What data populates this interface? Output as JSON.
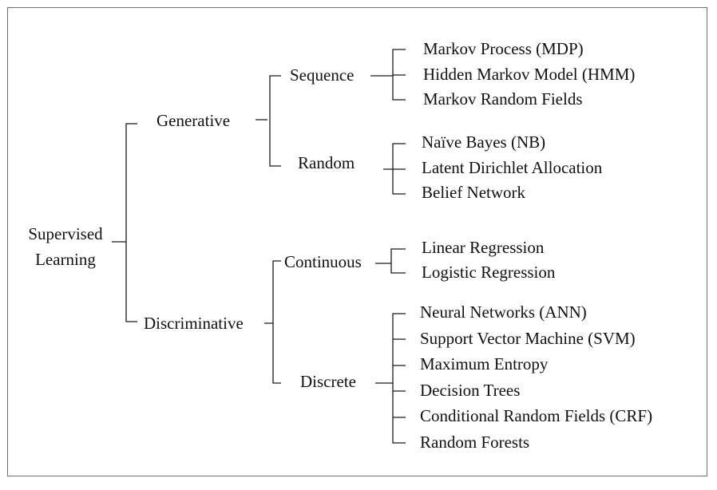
{
  "tree": {
    "root": {
      "line1": "Supervised",
      "line2": "Learning"
    },
    "generative": {
      "label": "Generative",
      "sequence": {
        "label": "Sequence",
        "items": [
          "Markov Process (MDP)",
          "Hidden Markov Model (HMM)",
          "Markov Random Fields"
        ]
      },
      "random": {
        "label": "Random",
        "items": [
          "Naïve Bayes (NB)",
          "Latent Dirichlet Allocation",
          "Belief Network"
        ]
      }
    },
    "discriminative": {
      "label": "Discriminative",
      "continuous": {
        "label": "Continuous",
        "items": [
          "Linear Regression",
          "Logistic Regression"
        ]
      },
      "discrete": {
        "label": "Discrete",
        "items": [
          "Neural Networks (ANN)",
          "Support Vector Machine (SVM)",
          "Maximum Entropy",
          "Decision Trees",
          "Conditional Random Fields (CRF)",
          "Random Forests"
        ]
      }
    }
  }
}
